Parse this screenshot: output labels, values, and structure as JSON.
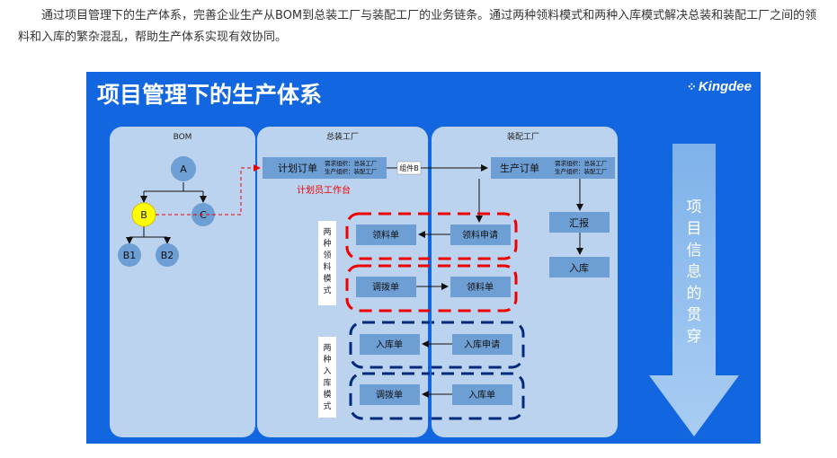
{
  "intro": "通过项目管理下的生产体系，完善企业生产从BOM到总装工厂与装配工厂的业务链条。通过两种领料模式和两种入库模式解决总装和装配工厂之间的领料和入库的繁杂混乱，帮助生产体系实现有效协同。",
  "slide": {
    "title": "项目管理下的生产体系",
    "logo": "Kingdee",
    "panels": {
      "bom": "BOM",
      "assembly": "总装工厂",
      "fitting": "装配工厂"
    },
    "bom_nodes": {
      "a": "A",
      "b": "B",
      "c": "C",
      "b1": "B1",
      "b2": "B2"
    },
    "plan_order": "计划订单",
    "plan_order_info": [
      "需求组织：总装工厂",
      "生产组织：装配工厂"
    ],
    "workbench": "计划员工作台",
    "component": "组件B",
    "prod_order": "生产订单",
    "prod_order_info": [
      "需求组织：总装工厂",
      "生产组织：装配工厂"
    ],
    "report": "汇报",
    "stock_in": "入库",
    "pick_modes_label": "两种领料模式",
    "stock_modes_label": "两种入库模式",
    "pick_slip": "领料单",
    "pick_request": "领料申请",
    "transfer_slip": "调拨单",
    "pick_slip2": "领料单",
    "stock_in_slip": "入库单",
    "stock_in_request": "入库申请",
    "transfer_slip2": "调拨单",
    "stock_in_slip2": "入库单",
    "arrow_label": "项目信息的贯穿"
  },
  "colors": {
    "background": "#1266e0",
    "panel": "#bcd3ef",
    "box": "#6d9ed4",
    "highlight": "#ffff00",
    "red_dash": "#ff0000",
    "navy_dash": "#002a7a"
  }
}
